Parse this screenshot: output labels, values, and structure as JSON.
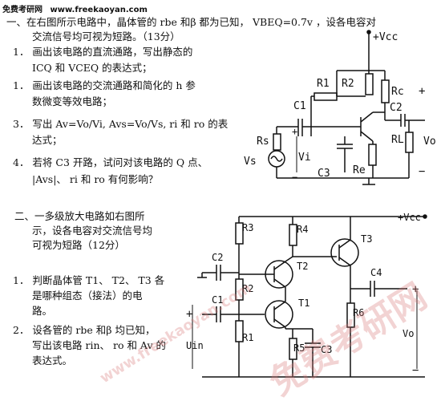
{
  "header": {
    "site_name": "免费考研网",
    "site_url": "www.freekaoyan.com"
  },
  "q1": {
    "title_l1": "一、在右图所示电路中，晶体管的 rbe 和β 都为已知，  VBEQ=0.7v ，设各电容对",
    "title_l2": "交流信号均可视为短路。（13分）",
    "item1_l1": "1．  画出该电路的直流通路，写出静态的",
    "item1_l2": "ICQ 和 VCEQ 的表达式；",
    "item2_l1": "1．  画出该电路的交流通路和简化的 h 参",
    "item2_l2": "数微变等效电路；",
    "item3_l1": "3．  写出 Av=Vo/Vi, Avs=Vo/Vs, ri 和 ro 的表",
    "item3_l2": "达式；",
    "item4_l1": "4．  若将 C3 开路，试问对该电路的 Q 点、",
    "item4_l2": "|Avs|、 ri 和 ro 有何影响？",
    "labels": {
      "vcc": "+Vcc",
      "r1": "R1",
      "r2": "R2",
      "rc": "Rc",
      "c1": "C1",
      "c2": "C2",
      "rs": "Rs",
      "vi": "Vi",
      "c3": "C3",
      "rl": "RL",
      "vo": "Vo",
      "vs": "Vs",
      "re": "Re",
      "plus_vi": "+",
      "minus_vi": "−",
      "plus_vo": "+",
      "minus_vo": "−"
    }
  },
  "q2": {
    "title_l1": "二、一多级放大电路如右图所",
    "title_l2": "示，设各电容对交流信号均",
    "title_l3": "可视为短路（12分）",
    "item1_l1": "1．  判断晶体管 T1、 T2、 T3 各",
    "item1_l2": "是哪种组态（接法）的电",
    "item1_l3": "路。",
    "item2_l1": "2．  设各管的 rbe 和β 均已知，",
    "item2_l2": "写出该电路 rin、 ro 和 Av 的",
    "item2_l3": "表达式。",
    "labels": {
      "vcc": "+Vcc",
      "r3": "R3",
      "r4": "R4",
      "t3": "T3",
      "c2": "C2",
      "t2": "T2",
      "r2": "R2",
      "c4": "C4",
      "c1": "C1",
      "t1": "T1",
      "r6": "R6",
      "uin": "Uin",
      "vo": "Vo",
      "r5": "R5",
      "c3": "C3",
      "r1": "R1",
      "plus_in": "+",
      "plus_out": "+",
      "minus_out": "−"
    }
  },
  "watermarks": {
    "brand": "免费考研网",
    "url": "www.freekaoyan.com"
  }
}
